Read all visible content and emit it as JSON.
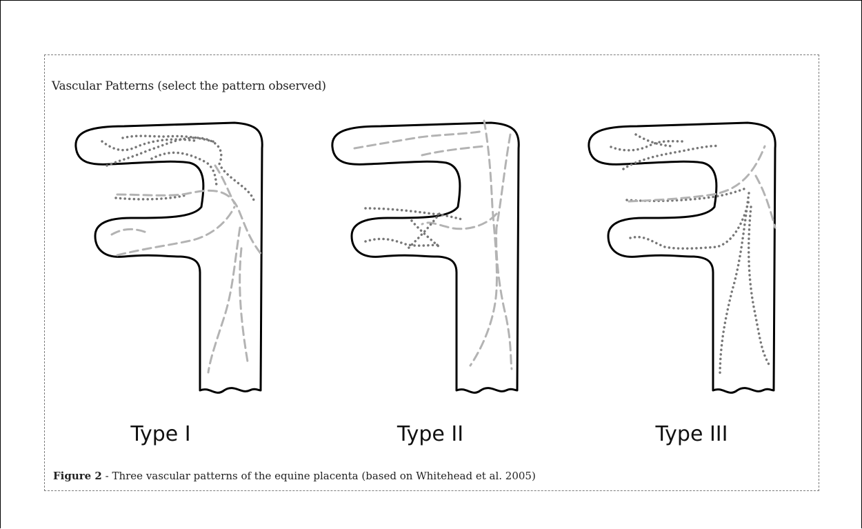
{
  "figure": {
    "heading": "Vascular Patterns (select the pattern observed)",
    "types": [
      {
        "label": "Type I"
      },
      {
        "label": "Type II"
      },
      {
        "label": "Type III"
      }
    ],
    "caption_prefix": "Figure 2",
    "caption_text": " - Three vascular patterns of the equine placenta (based on Whitehead et al. 2005)"
  },
  "legend_styles": {
    "dashed_vessel_color": "#b3b3b3",
    "dotted_vessel_color": "#777777",
    "outline_color": "#000000"
  }
}
